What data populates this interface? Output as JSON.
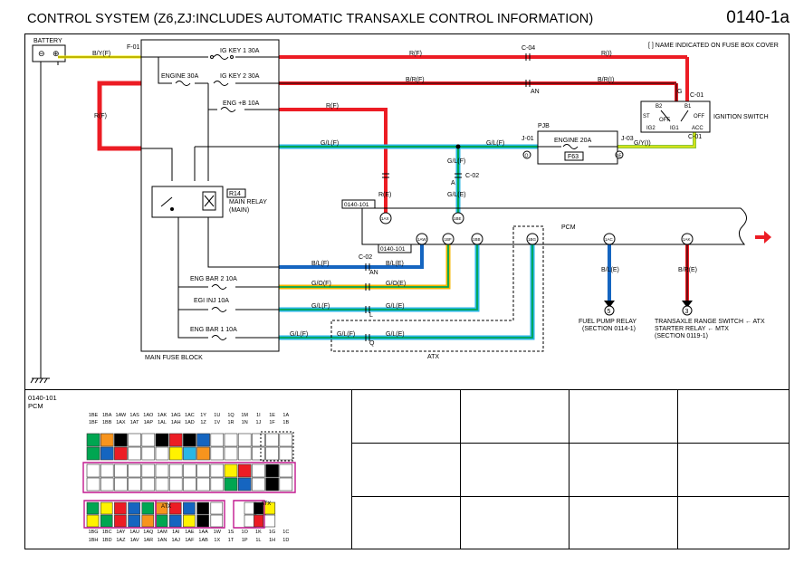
{
  "header": {
    "title": "CONTROL SYSTEM (Z6,ZJ:INCLUDES AUTOMATIC TRANSAXLE CONTROL INFORMATION)",
    "code": "0140-1a"
  },
  "note": "[ ] NAME INDICATED ON FUSE BOX COVER",
  "components": {
    "battery": "BATTERY",
    "main_fuse_block": "MAIN FUSE BLOCK",
    "main_relay": "MAIN RELAY",
    "main_relay_sub": "(MAIN)",
    "main_relay_tag": "R14",
    "ignition_switch": "IGNITION SWITCH",
    "pjb": "PJB",
    "pcm": "PCM",
    "pcm_ref_1": "0140-101",
    "pcm_ref_2": "0140-101",
    "atx": "ATX",
    "fuel_pump_relay": "FUEL PUMP RELAY",
    "fuel_pump_relay_sec": "(SECTION 0114-1)",
    "trs_line1": "TRANSAXLE RANGE SWITCH ← ATX",
    "trs_line2": "STARTER RELAY ← MTX",
    "trs_line3": "(SECTION 0119-1)"
  },
  "fuses": {
    "f01": "F-01",
    "ig_key1": "IG KEY 1 30A",
    "engine": "ENGINE 30A",
    "ig_key2": "IG KEY 2 30A",
    "eng_b": "ENG +B 10A",
    "eng_bar2": "ENG BAR 2 10A",
    "egi_inj": "EGI INJ 10A",
    "eng_bar1": "ENG BAR 1 10A",
    "engine20": "ENGINE 20A",
    "f63": "F63"
  },
  "ignition": {
    "c01_top": "C-01",
    "c01_bottom": "C-01",
    "g": "G",
    "b2": "B2",
    "b1": "B1",
    "st": "ST",
    "ig2": "IG2",
    "ig1": "IG1",
    "off1": "OFF",
    "off2": "OFF",
    "acc": "ACC"
  },
  "wires": {
    "by_f": "B/Y(F)",
    "r_f_top": "R(F)",
    "r_i_top": "R(I)",
    "br_f": "B/R(F)",
    "br_i": "B/R(I)",
    "r_f_left": "R(F)",
    "r_f_engb": "R(F)",
    "gl_f_1": "G/L(F)",
    "gl_f_2": "G/L(F)",
    "gy_i": "G/Y(I)",
    "gl_f_vert": "G/L(F)",
    "r_e": "R(E)",
    "gl_e_vert": "G/L(E)",
    "bl_f": "B/L(F)",
    "bl_e": "B/L(E)",
    "go_f": "G/O(F)",
    "go_e": "G/O(E)",
    "gl_f_3": "G/L(F)",
    "gl_e_3": "G/L(E)",
    "gl_f_4a": "G/L(F)",
    "gl_f_4b": "G/L(F)",
    "gl_e_4": "G/L(E)",
    "bl_e_fp": "B/L(E)",
    "br_e_trs": "B/R(E)"
  },
  "connectors": {
    "c04": "C-04",
    "an_1": "AN",
    "c02_a": "C-02",
    "a": "A",
    "c02_b": "C-02",
    "an_2": "AN",
    "l": "L",
    "q_1": "Q",
    "j01": "J-01",
    "j03": "J-03",
    "o": "O",
    "ae": "AE",
    "pin_1ax": "1AX",
    "pin_1be": "1BE",
    "pin_1aw": "1AW",
    "pin_1bf": "1BF",
    "pin_1bb": "1BB",
    "pin_1bg": "1BG",
    "pin_1ac": "1AC",
    "pin_1ak": "1AK",
    "term_5": "5",
    "term_3": "3"
  },
  "bottom": {
    "ref": "0140-101",
    "name": "PCM",
    "top_row1": [
      "1BE",
      "1BA",
      "1AW",
      "1AS",
      "1AO",
      "1AK",
      "1AG",
      "1AC",
      "1Y",
      "1U",
      "1Q",
      "1M",
      "1I",
      "1E",
      "1A"
    ],
    "top_row2": [
      "1BF",
      "1BB",
      "1AX",
      "1AT",
      "1AP",
      "1AL",
      "1AH",
      "1AD",
      "1Z",
      "1V",
      "1R",
      "1N",
      "1J",
      "1F",
      "1B"
    ],
    "bot_row1": [
      "1BG",
      "1BC",
      "1AY",
      "1AU",
      "1AQ",
      "1AM",
      "1AI",
      "1AE",
      "1AA",
      "1W",
      "1S",
      "1O",
      "1K",
      "1G",
      "1C"
    ],
    "bot_row2": [
      "1BH",
      "1BD",
      "1AZ",
      "1AV",
      "1AR",
      "1AN",
      "1AJ",
      "1AF",
      "1AB",
      "1X",
      "1T",
      "1P",
      "1L",
      "1H",
      "1D"
    ],
    "atx_1": "ATX",
    "atx_2": "ATX"
  },
  "colors": {
    "red": "#ec1c24",
    "green": "#00a651",
    "cyan": "#29b6e6",
    "blue": "#1565c0",
    "yellow": "#fff200",
    "orange": "#f7941d",
    "black": "#000000"
  }
}
